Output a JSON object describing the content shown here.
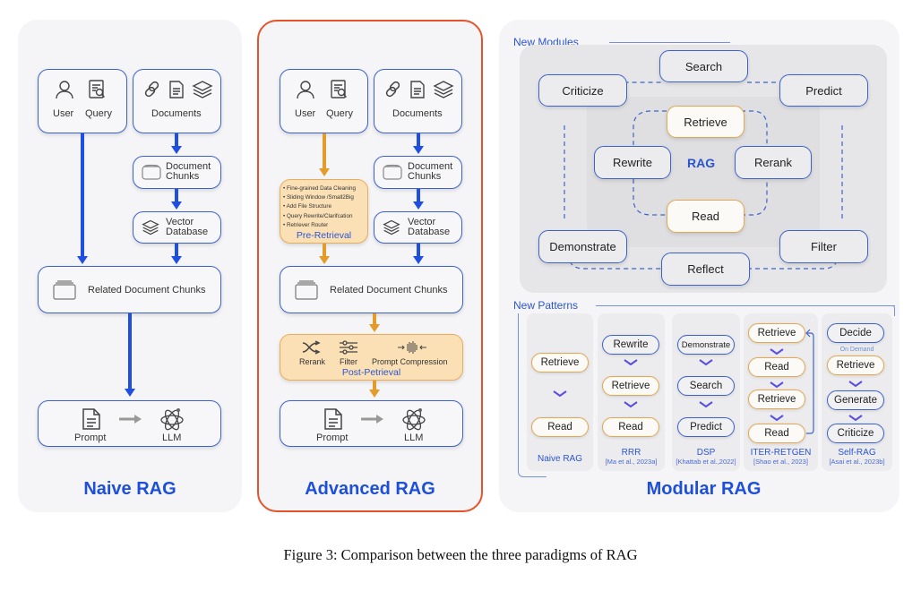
{
  "caption": "Figure 3: Comparison between the three paradigms of RAG",
  "naive": {
    "title": "Naive RAG",
    "user_label": "User",
    "query_label": "Query",
    "documents_label": "Documents",
    "chunks_label_1": "Document",
    "chunks_label_2": "Chunks",
    "vector_label_1": "Vector",
    "vector_label_2": "Database",
    "related_label": "Related Document Chunks",
    "prompt_label": "Prompt",
    "llm_label": "LLM"
  },
  "advanced": {
    "title": "Advanced RAG",
    "user_label": "User",
    "query_label": "Query",
    "documents_label": "Documents",
    "chunks_label_1": "Document",
    "chunks_label_2": "Chunks",
    "vector_label_1": "Vector",
    "vector_label_2": "Database",
    "pre_retrieval": {
      "items": [
        "Fine-grained Data Cleaning",
        "Sliding Window /Small2Big",
        "Add File Structure",
        "Query Rewrite/Clarifcation",
        "Retriever Router"
      ],
      "title": "Pre-Retrieval"
    },
    "related_label": "Related Document Chunks",
    "post_retrieval": {
      "rerank": "Rerank",
      "filter": "Filter",
      "compression": "Prompt Compression",
      "title": "Post-Petrieval"
    },
    "prompt_label": "Prompt",
    "llm_label": "LLM"
  },
  "modular": {
    "title": "Modular RAG",
    "new_modules_label": "New Modules",
    "center_label": "RAG",
    "outer_modules": {
      "search": "Search",
      "criticize": "Criticize",
      "predict": "Predict",
      "demonstrate": "Demonstrate",
      "filter": "Filter",
      "reflect": "Reflect"
    },
    "inner_modules": {
      "retrieve": "Retrieve",
      "rewrite": "Rewrite",
      "rerank": "Rerank",
      "read": "Read"
    },
    "new_patterns_label": "New Patterns",
    "patterns": [
      {
        "name": "Naive RAG",
        "ref": "",
        "steps": [
          "Retrieve",
          "Read"
        ]
      },
      {
        "name": "RRR",
        "ref": "[Ma et al., 2023a]",
        "steps": [
          "Rewrite",
          "Retrieve",
          "Read"
        ]
      },
      {
        "name": "DSP",
        "ref": "[Khattab et al.,2022]",
        "steps": [
          "Demonstrate",
          "Search",
          "Predict"
        ]
      },
      {
        "name": "ITER-RETGEN",
        "ref": "[Shao et al., 2023]",
        "steps": [
          "Retrieve",
          "Read",
          "Retrieve",
          "Read"
        ]
      },
      {
        "name": "Self-RAG",
        "ref": "[Asai et al., 2023b]",
        "steps": [
          "Decide",
          "Retrieve",
          "Generate",
          "Criticize"
        ],
        "note": "On Demand"
      }
    ]
  }
}
